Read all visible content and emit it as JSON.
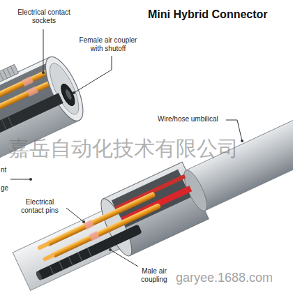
{
  "diagram": {
    "title": "Mini Hybrid Connector",
    "labels": [
      "Electrical contact sockets",
      "Female air coupler with shutoff",
      "Wire/hose umbilical",
      "nt",
      "ge",
      "Electrical contact pins",
      "Male air coupling",
      "嘉岳自动化技术有限公司",
      "garyee.1688.com"
    ]
  }
}
